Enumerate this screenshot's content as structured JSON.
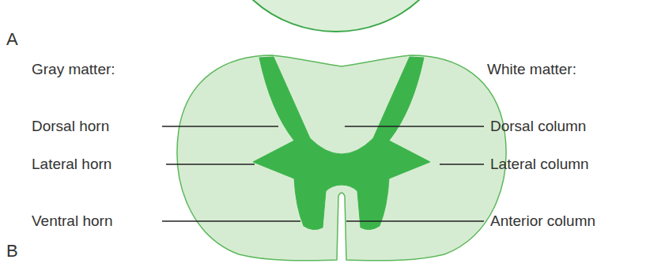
{
  "diagram": {
    "labels": [
      "A",
      "Gray matter:",
      "White matter:",
      "Dorsal horn",
      "Lateral horn",
      "Ventral horn",
      "Dorsal column",
      "Lateral column",
      "Anterior column",
      "B"
    ]
  }
}
